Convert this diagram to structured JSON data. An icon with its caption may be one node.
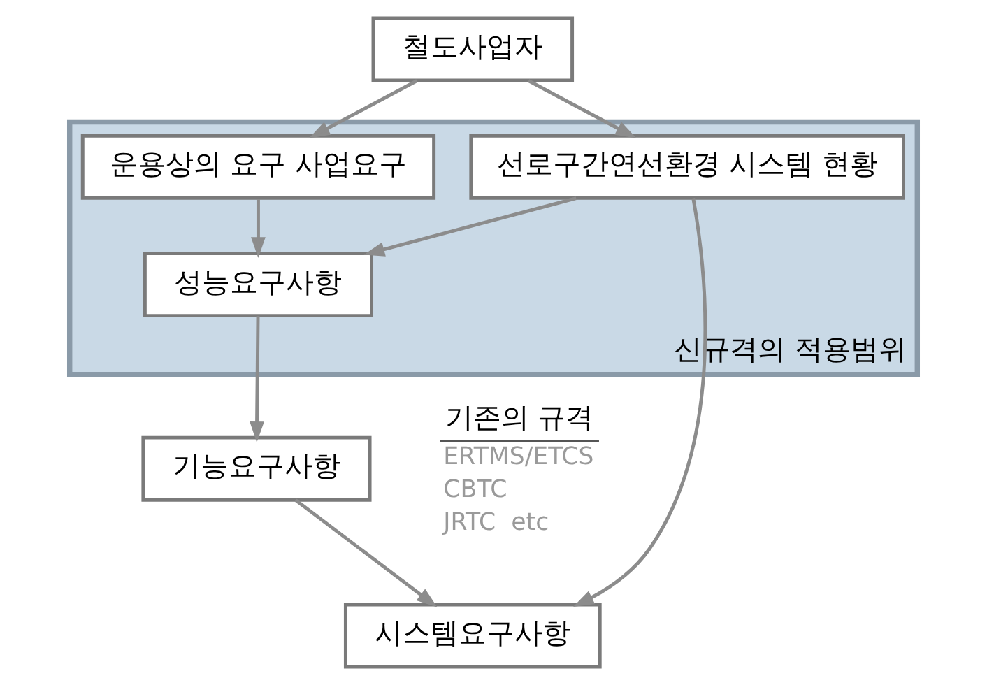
{
  "diagram": {
    "nodes": [
      {
        "text": [
          "철도사업자"
        ]
      },
      {
        "text": [
          "신규격의 적용범위"
        ]
      },
      {
        "text": [
          "선로구간연선환경 시스템 현황"
        ],
        "in": 1
      },
      {
        "text": [
          "운용상의 요구 사업요구"
        ],
        "in": 1
      },
      {
        "text": [
          "성능요구사항"
        ],
        "in": 1
      },
      {
        "text": [
          "기능요구사항"
        ]
      },
      {
        "text": [
          "시스템요구사항"
        ]
      }
    ],
    "edges": [
      {
        "from": 0,
        "to": 2,
        "arrow": "to"
      },
      {
        "from": 0,
        "to": 3,
        "arrow": "to"
      },
      {
        "from": 2,
        "to": 4,
        "arrow": "to"
      },
      {
        "from": 3,
        "to": 4,
        "arrow": "to"
      },
      {
        "from": 4,
        "to": 5,
        "arrow": "to"
      },
      {
        "from": 5,
        "to": 6,
        "arrow": "to"
      },
      {
        "from": 2,
        "to": 6,
        "arrow": "to"
      }
    ],
    "labels": [
      "기존의 규격",
      "ERTMS/ETCS",
      "CBTC",
      "JRTC  etc"
    ]
  }
}
